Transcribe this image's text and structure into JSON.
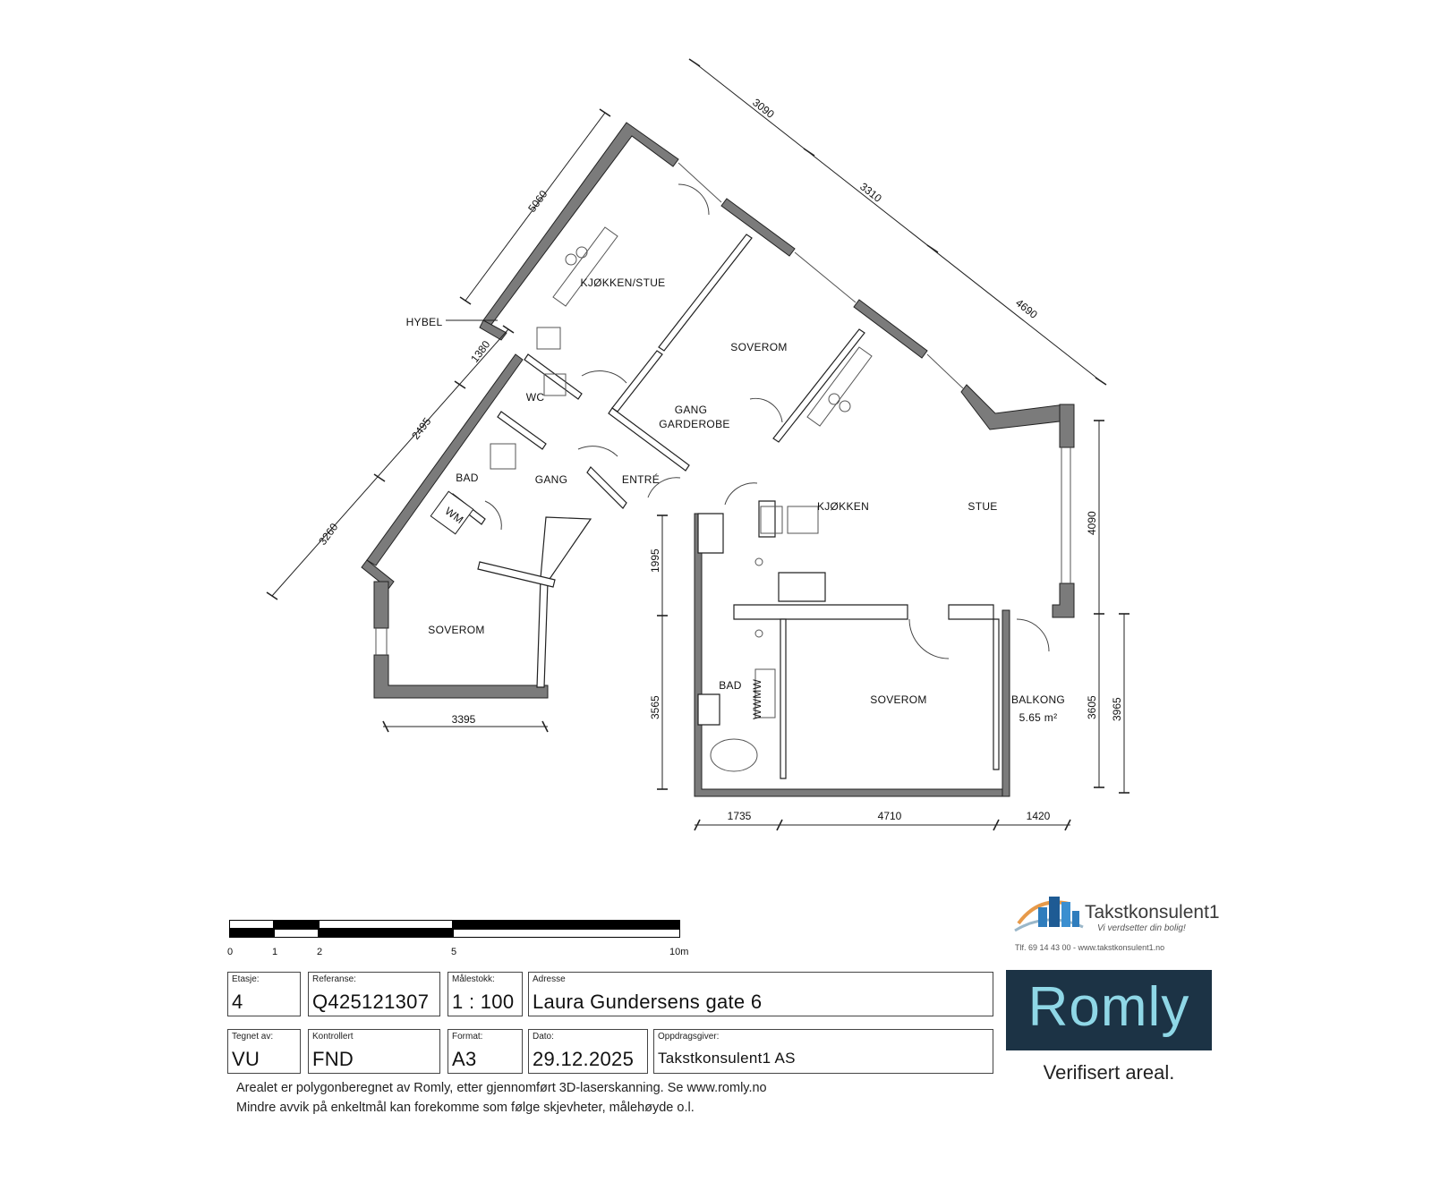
{
  "rooms": {
    "kjokken_stue": "KJØKKEN/STUE",
    "hybel": "HYBEL",
    "soverom_1": "SOVEROM",
    "soverom_2": "SOVEROM",
    "soverom_3": "SOVEROM",
    "wc": "WC",
    "gang_garderobe_1": "GANG",
    "gang_garderobe_2": "GARDEROBE",
    "bad_1": "BAD",
    "bad_2": "BAD",
    "gang": "GANG",
    "entre": "ENTRÉ",
    "kjokken": "KJØKKEN",
    "stue": "STUE",
    "balkong": "BALKONG",
    "balkong_area": "5.65 m²",
    "wm": "WM",
    "ww": "WWMW"
  },
  "dimensions": {
    "d3090": "3090",
    "d3310": "3310",
    "d4690": "4690",
    "d5060": "5060",
    "d1380": "1380",
    "d2495": "2495",
    "d3260": "3260",
    "d3395": "3395",
    "d1995": "1995",
    "d3565": "3565",
    "d4090": "4090",
    "d3605": "3605",
    "d3965": "3965",
    "d1735": "1735",
    "d4710": "4710",
    "d1420": "1420"
  },
  "scale_bar": {
    "ticks": [
      "0",
      "1",
      "2",
      "5",
      "10m"
    ]
  },
  "title_block": {
    "etasje": {
      "label": "Etasje:",
      "value": "4"
    },
    "referanse": {
      "label": "Referanse:",
      "value": "Q425121307"
    },
    "malestokk": {
      "label": "Målestokk:",
      "value": "1 : 100"
    },
    "adresse": {
      "label": "Adresse",
      "value": "Laura Gundersens gate 6"
    },
    "tegnet_av": {
      "label": "Tegnet av:",
      "value": "VU"
    },
    "kontrollert": {
      "label": "Kontrollert",
      "value": "FND"
    },
    "format": {
      "label": "Format:",
      "value": "A3"
    },
    "dato": {
      "label": "Dato:",
      "value": "29.12.2025"
    },
    "oppdragsgiver": {
      "label": "Oppdragsgiver:",
      "value": "Takstkonsulent1 AS"
    }
  },
  "notes": {
    "line1": "Arealet er polygonberegnet av Romly, etter gjennomført 3D-laserskanning. Se www.romly.no",
    "line2": "Mindre avvik på enkeltmål kan forekomme som følge skjevheter, målehøyde o.l."
  },
  "logos": {
    "takstkonsulent_name": "Takstkonsulent1",
    "takstkonsulent_slogan": "Vi verdsetter din bolig!",
    "takstkonsulent_contact": "Tlf. 69 14 43 00 - www.takstkonsulent1.no",
    "romly": "Romly",
    "romly_tagline": "Verifisert areal."
  },
  "colors": {
    "wall": "#7b7b7b",
    "wall_stroke": "#222222",
    "romly_bg": "#1c3345",
    "romly_text": "#8fd7e6"
  }
}
